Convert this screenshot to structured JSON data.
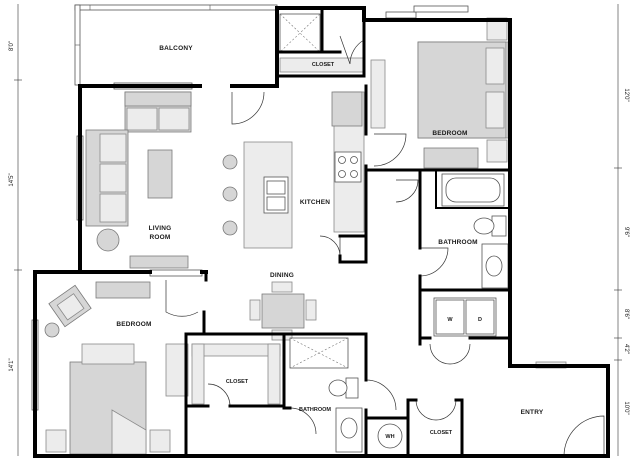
{
  "rooms": {
    "balcony": "BALCONY",
    "closet_top": "CLOSET",
    "kitchen": "KITCHEN",
    "bedroom_master": "BEDROOM",
    "living_room_line1": "LIVING",
    "living_room_line2": "ROOM",
    "bathroom_right": "BATHROOM",
    "dining": "DINING",
    "bedroom_second": "BEDROOM",
    "closet_middle": "CLOSET",
    "bathroom_bottom": "BATHROOM",
    "closet_bottom": "CLOSET",
    "entry": "ENTRY"
  },
  "appliances": {
    "washer": "W",
    "dryer": "D",
    "water_heater": "WH"
  },
  "dimensions": {
    "left_top": "8'0\"",
    "left_middle": "14'5\"",
    "left_bottom": "14'1\"",
    "right_1": "12'0\"",
    "right_2": "9'6\"",
    "right_3": "8'6\"",
    "right_4": "4'2\"",
    "right_5": "10'0\""
  }
}
